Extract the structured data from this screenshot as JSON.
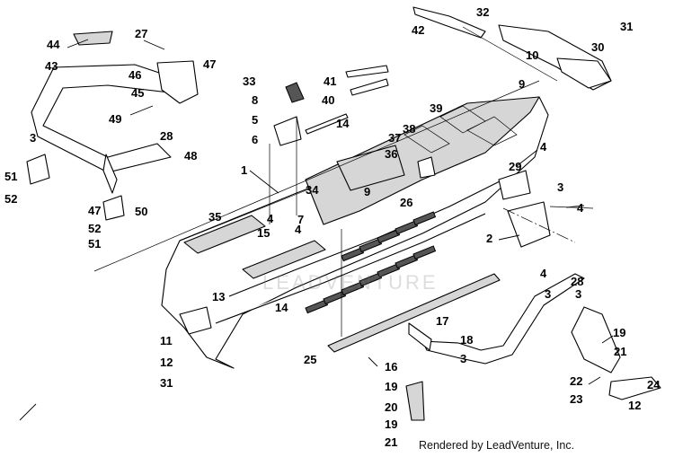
{
  "watermark": "LEADVENTURE",
  "credit": "Rendered by LeadVenture, Inc.",
  "callout_labels": [
    "1",
    "2",
    "3",
    "3",
    "3",
    "3",
    "3",
    "4",
    "4",
    "4",
    "4",
    "4",
    "5",
    "6",
    "7",
    "8",
    "9",
    "9",
    "10",
    "11",
    "12",
    "12",
    "13",
    "14",
    "14",
    "15",
    "16",
    "17",
    "18",
    "19",
    "19",
    "19",
    "20",
    "21",
    "21",
    "22",
    "23",
    "24",
    "25",
    "26",
    "27",
    "28",
    "28",
    "29",
    "30",
    "31",
    "31",
    "32",
    "33",
    "34",
    "35",
    "36",
    "37",
    "38",
    "39",
    "40",
    "41",
    "42",
    "43",
    "44",
    "45",
    "46",
    "47",
    "47",
    "48",
    "49",
    "50",
    "51",
    "51",
    "52",
    "52"
  ]
}
